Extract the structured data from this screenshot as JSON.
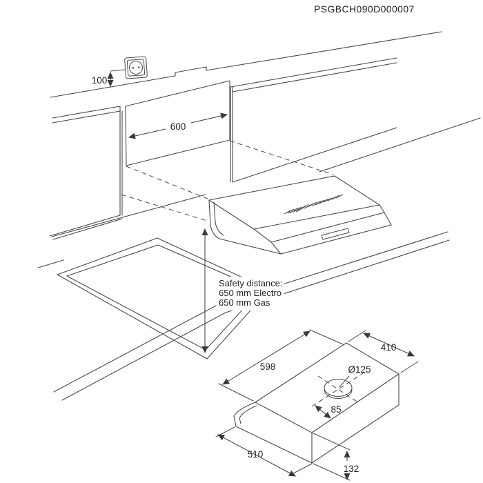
{
  "title": "PSGBCH090D000007",
  "colors": {
    "line": "#474747",
    "text": "#222222",
    "background": "#ffffff"
  },
  "installation_view": {
    "socket_icon": "power-socket",
    "dimensions": {
      "socket_height": "100",
      "cabinet_gap_width": "600"
    },
    "safety_note": {
      "line1": "Safety distance:",
      "line2": "650 mm Electro",
      "line3": "650 mm Gas"
    }
  },
  "product_view": {
    "dimensions": {
      "width_top": "598",
      "depth": "410",
      "outlet_diameter": "Ø125",
      "outlet_offset": "85",
      "width_bottom": "510",
      "height": "132"
    }
  }
}
